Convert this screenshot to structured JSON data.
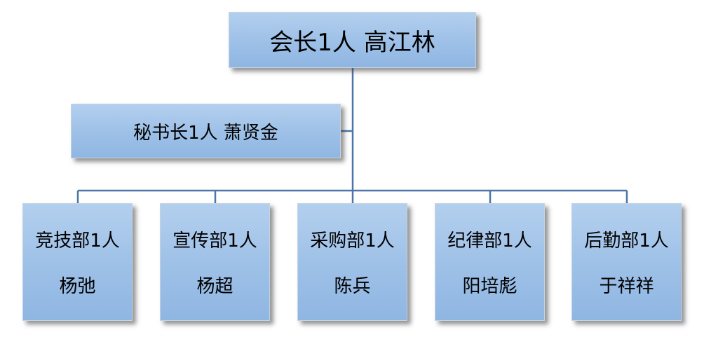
{
  "org_chart": {
    "root": {
      "title": "会长1人",
      "name": "高江林"
    },
    "secretary": {
      "title": "秘书长1人",
      "name": "萧贤金"
    },
    "departments": [
      {
        "title": "竞技部1人",
        "name": "杨弛"
      },
      {
        "title": "宣传部1人",
        "name": "杨超"
      },
      {
        "title": "采购部1人",
        "name": "陈兵"
      },
      {
        "title": "纪律部1人",
        "name": "阳培彪"
      },
      {
        "title": "后勤部1人",
        "name": "于祥祥"
      }
    ]
  },
  "colors": {
    "box_fill": "#9dc0e7",
    "box_border": "#c6d3e2",
    "connector": "#4a77a8"
  }
}
